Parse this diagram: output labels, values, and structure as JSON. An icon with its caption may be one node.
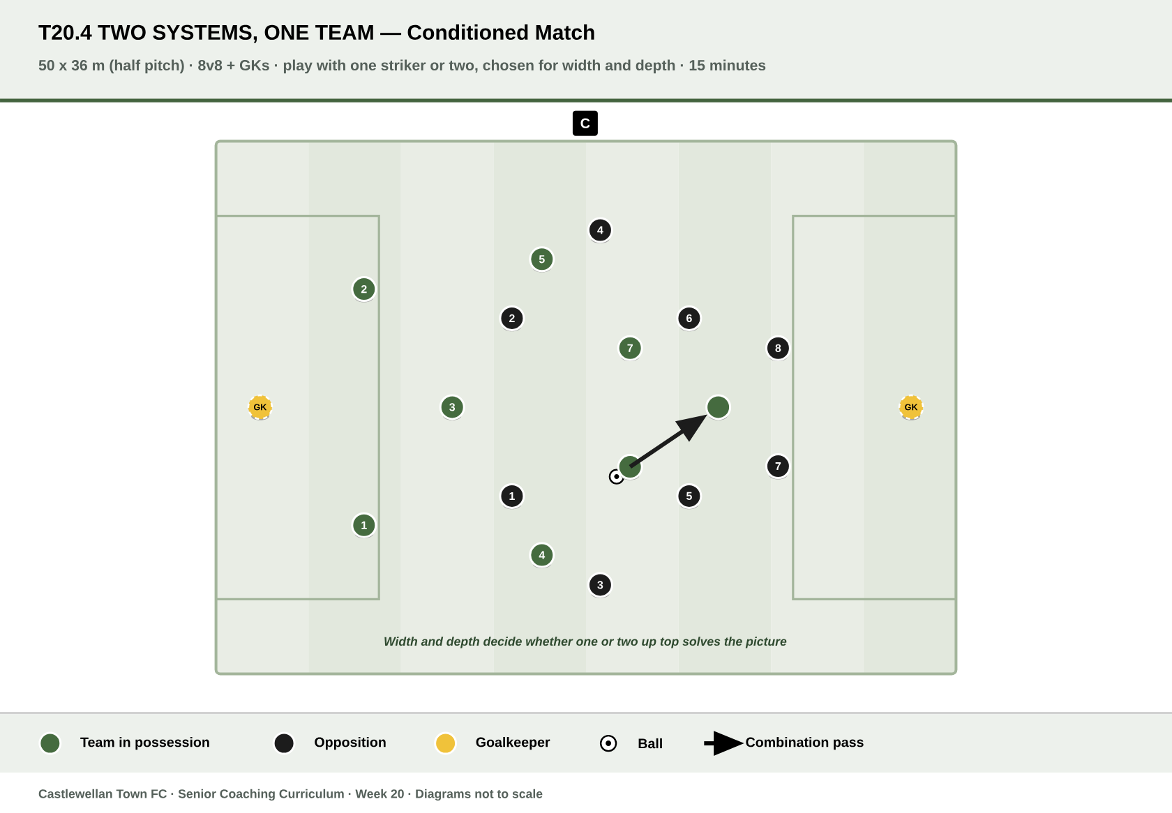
{
  "diagram": {
    "title": "T20.4 TWO SYSTEMS, ONE TEAM — Conditioned Match",
    "nodes": [
      {
        "text": [
          "C"
        ]
      },
      {
        "text": [
          "4"
        ]
      },
      {
        "text": [
          "5"
        ]
      },
      {
        "text": [
          "2"
        ]
      },
      {
        "text": [
          "2"
        ]
      },
      {
        "text": [
          "6"
        ]
      },
      {
        "text": [
          "7"
        ]
      },
      {
        "text": [
          "8"
        ]
      },
      {
        "text": [
          "GK"
        ]
      },
      {
        "text": [
          "3"
        ]
      },
      {
        "text": [],
        "shape": "circle"
      },
      {
        "text": [
          "GK"
        ]
      },
      {
        "text": [
          "7"
        ]
      },
      {
        "text": [],
        "shape": "circle"
      },
      {
        "text": [
          "1"
        ]
      },
      {
        "text": [
          "5"
        ]
      },
      {
        "text": [
          "1"
        ]
      },
      {
        "text": [
          "4"
        ]
      },
      {
        "text": [
          "3"
        ]
      }
    ],
    "edges": [
      {
        "from": 13,
        "to": 10,
        "arrow": "to"
      }
    ],
    "labels": [
      "50 x 36 m (half pitch) · 8v8 + GKs · play with one striker or two, chosen for width and depth · 15 minutes",
      "Width and depth decide whether one or two up top solves the picture",
      "Castlewellan Town FC · Senior Coaching Curriculum · Week 20 · Diagrams not to scale"
    ],
    "legend": [
      {
        "text": "Team in possession",
        "color": "#456b3f"
      },
      {
        "text": "Opposition",
        "color": "#1c1c1c"
      },
      {
        "text": "Goalkeeper",
        "color": "#f0c23a"
      },
      {
        "text": "Ball"
      },
      {
        "text": "Combination pass"
      }
    ]
  }
}
